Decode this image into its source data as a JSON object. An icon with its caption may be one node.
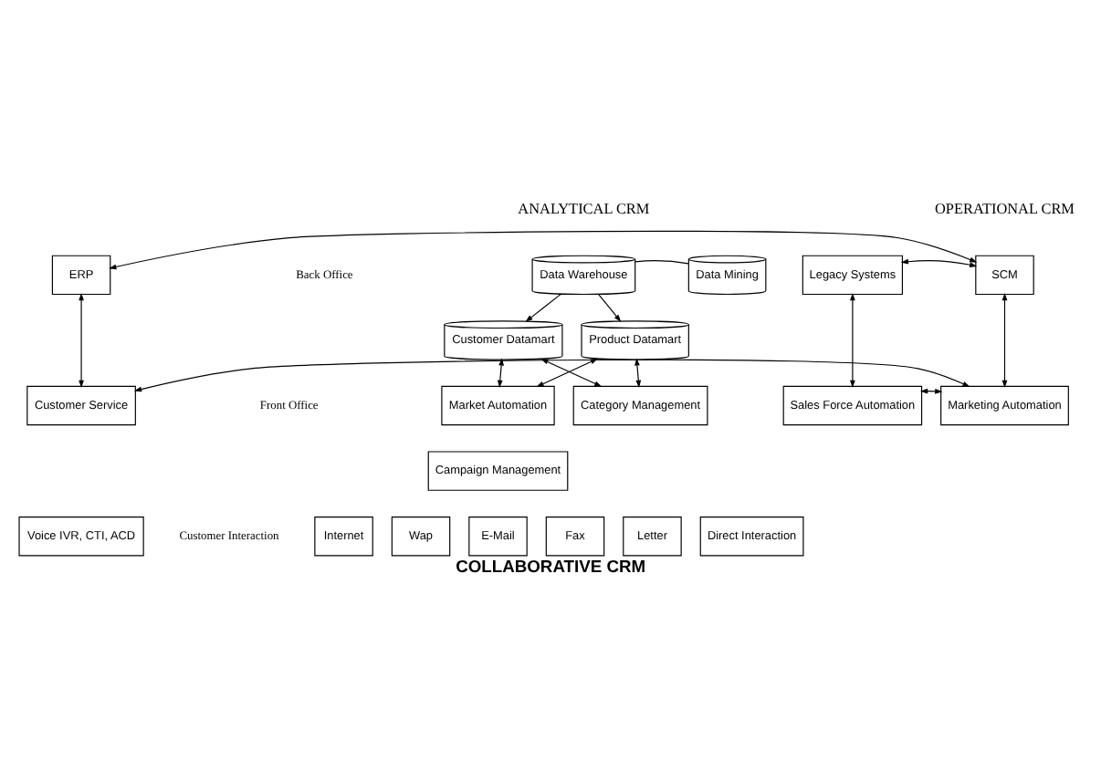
{
  "diagram": {
    "caption": "COLLABORATIVE CRM",
    "nodes": [
      {
        "text": [
          "ERP"
        ]
      },
      {
        "text": [
          "SCM"
        ]
      },
      {
        "text": [
          "Legacy Systems"
        ]
      },
      {
        "text": [
          "Customer Service"
        ]
      },
      {
        "text": [
          "Marketing Automation"
        ]
      },
      {
        "text": [
          "Sales Force Automation"
        ]
      },
      {
        "text": [
          "Data Warehouse"
        ]
      },
      {
        "text": [
          "Data Mining"
        ]
      },
      {
        "text": [
          "Customer Datamart"
        ]
      },
      {
        "text": [
          "Product Datamart"
        ]
      },
      {
        "text": [
          "Category Management"
        ]
      },
      {
        "text": [
          "Market Automation"
        ]
      },
      {
        "text": [
          "Campaign Management"
        ]
      },
      {
        "text": [
          "Voice IVR, CTI, ACD"
        ]
      },
      {
        "text": [
          "Internet"
        ]
      },
      {
        "text": [
          "Wap"
        ]
      },
      {
        "text": [
          "E-Mail"
        ]
      },
      {
        "text": [
          "Fax"
        ]
      },
      {
        "text": [
          "Letter"
        ]
      },
      {
        "text": [
          "Direct Interaction"
        ]
      }
    ],
    "edges": [
      {
        "from": 0,
        "to": 1,
        "arrow": "both"
      },
      {
        "from": 1,
        "to": 2,
        "arrow": "both"
      },
      {
        "from": 0,
        "to": 3,
        "arrow": "both"
      },
      {
        "from": 1,
        "to": 4,
        "arrow": "both"
      },
      {
        "from": 2,
        "to": 5,
        "arrow": "both"
      },
      {
        "from": 3,
        "to": 4,
        "arrow": "both"
      },
      {
        "from": 4,
        "to": 5,
        "arrow": "both"
      },
      {
        "from": 6,
        "to": 7,
        "arrow": "none"
      },
      {
        "from": 6,
        "to": 8,
        "arrow": "to"
      },
      {
        "from": 6,
        "to": 9,
        "arrow": "to"
      },
      {
        "from": 8,
        "to": 10,
        "arrow": "both"
      },
      {
        "from": 8,
        "to": 11,
        "arrow": "both"
      },
      {
        "from": 9,
        "to": 10,
        "arrow": "both"
      },
      {
        "from": 9,
        "to": 11,
        "arrow": "both"
      }
    ],
    "labels": [
      "OPERATIONAL CRM",
      "ANALYTICAL CRM",
      "Back Office",
      "Front Office",
      "Customer Interaction"
    ]
  }
}
